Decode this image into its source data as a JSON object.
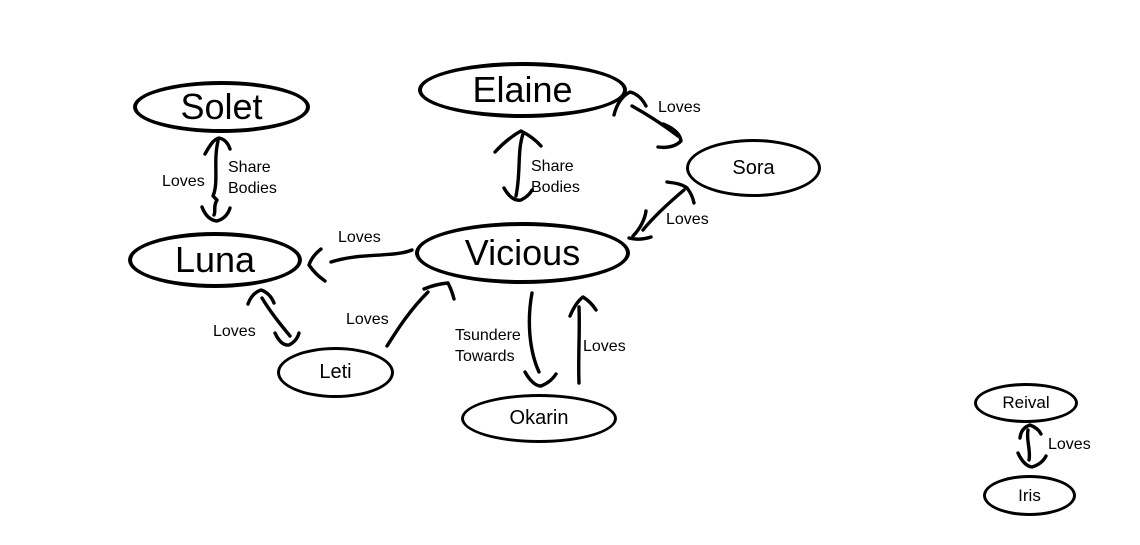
{
  "diagram": {
    "background_color": "#ffffff",
    "ink_color": "#000000",
    "nodes": [
      {
        "id": "solet",
        "label": "Solet"
      },
      {
        "id": "elaine",
        "label": "Elaine"
      },
      {
        "id": "sora",
        "label": "Sora"
      },
      {
        "id": "luna",
        "label": "Luna"
      },
      {
        "id": "vicious",
        "label": "Vicious"
      },
      {
        "id": "leti",
        "label": "Leti"
      },
      {
        "id": "okarin",
        "label": "Okarin"
      },
      {
        "id": "reival",
        "label": "Reival"
      },
      {
        "id": "iris",
        "label": "Iris"
      }
    ],
    "edges": [
      {
        "from": "Solet",
        "to": "Luna",
        "direction": "both",
        "labels": [
          "Loves",
          "Share\nBodies"
        ]
      },
      {
        "from": "Elaine",
        "to": "Vicious",
        "direction": "both",
        "labels": [
          "Share\nBodies"
        ]
      },
      {
        "from": "Elaine",
        "to": "Sora",
        "direction": "both",
        "labels": [
          "Loves"
        ]
      },
      {
        "from": "Sora",
        "to": "Vicious",
        "direction": "both",
        "labels": [
          "Loves"
        ]
      },
      {
        "from": "Vicious",
        "to": "Luna",
        "direction": "one-way",
        "labels": [
          "Loves"
        ]
      },
      {
        "from": "Luna",
        "to": "Leti",
        "direction": "both",
        "labels": [
          "Loves"
        ]
      },
      {
        "from": "Leti",
        "to": "Vicious",
        "direction": "one-way",
        "labels": [
          "Loves"
        ]
      },
      {
        "from": "Vicious",
        "to": "Okarin",
        "direction": "one-way",
        "labels": [
          "Tsundere\nTowards"
        ]
      },
      {
        "from": "Okarin",
        "to": "Vicious",
        "direction": "one-way",
        "labels": [
          "Loves"
        ]
      },
      {
        "from": "Reival",
        "to": "Iris",
        "direction": "both",
        "labels": [
          "Loves"
        ]
      }
    ]
  }
}
